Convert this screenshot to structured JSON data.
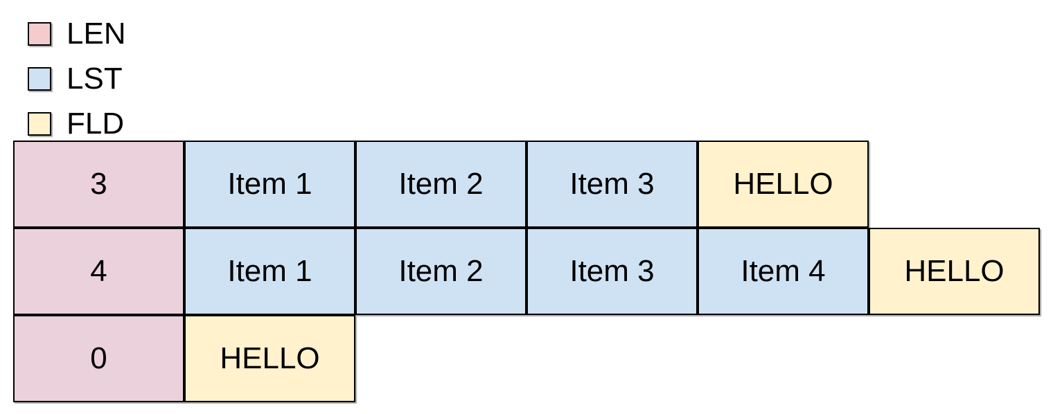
{
  "legend": {
    "items": [
      {
        "id": "len",
        "label": "LEN",
        "color": "#f4cccc"
      },
      {
        "id": "lst",
        "label": "LST",
        "color": "#cfe2f3"
      },
      {
        "id": "fld",
        "label": "FLD",
        "color": "#fff2cc"
      }
    ]
  },
  "diagram": {
    "cell_colors": {
      "LEN": "#ead1dc",
      "LST": "#cfe2f3",
      "FLD": "#fff2cc"
    },
    "border_color": "#000000",
    "rows": [
      {
        "cells": [
          {
            "type": "LEN",
            "text": "3"
          },
          {
            "type": "LST",
            "text": "Item 1"
          },
          {
            "type": "LST",
            "text": "Item 2"
          },
          {
            "type": "LST",
            "text": "Item 3"
          },
          {
            "type": "FLD",
            "text": "HELLO"
          }
        ]
      },
      {
        "cells": [
          {
            "type": "LEN",
            "text": "4"
          },
          {
            "type": "LST",
            "text": "Item 1"
          },
          {
            "type": "LST",
            "text": "Item 2"
          },
          {
            "type": "LST",
            "text": "Item 3"
          },
          {
            "type": "LST",
            "text": "Item 4"
          },
          {
            "type": "FLD",
            "text": "HELLO"
          }
        ]
      },
      {
        "cells": [
          {
            "type": "LEN",
            "text": "0"
          },
          {
            "type": "FLD",
            "text": "HELLO"
          }
        ]
      }
    ]
  }
}
